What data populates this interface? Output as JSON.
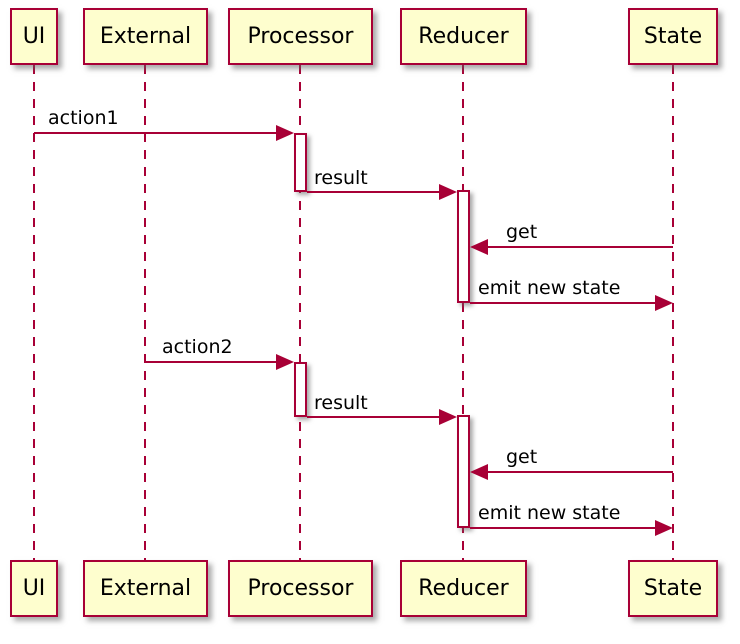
{
  "diagram": {
    "type": "sequence-diagram",
    "colors": {
      "participant_fill": "#FEFECE",
      "line_and_border": "#A80036",
      "activation_fill": "#FFFFFF",
      "text": "#000000",
      "background": "#FFFFFF"
    },
    "participants": [
      {
        "name": "UI"
      },
      {
        "name": "External"
      },
      {
        "name": "Processor"
      },
      {
        "name": "Reducer"
      },
      {
        "name": "State"
      }
    ],
    "messages": [
      {
        "label": "action1",
        "from": "UI",
        "to": "Processor",
        "direction": "right"
      },
      {
        "label": "result",
        "from": "Processor",
        "to": "Reducer",
        "direction": "right"
      },
      {
        "label": "get",
        "from": "State",
        "to": "Reducer",
        "direction": "left"
      },
      {
        "label": "emit new state",
        "from": "Reducer",
        "to": "State",
        "direction": "right"
      },
      {
        "label": "action2",
        "from": "External",
        "to": "Processor",
        "direction": "right"
      },
      {
        "label": "result",
        "from": "Processor",
        "to": "Reducer",
        "direction": "right"
      },
      {
        "label": "get",
        "from": "State",
        "to": "Reducer",
        "direction": "left"
      },
      {
        "label": "emit new state",
        "from": "Reducer",
        "to": "State",
        "direction": "right"
      }
    ]
  }
}
